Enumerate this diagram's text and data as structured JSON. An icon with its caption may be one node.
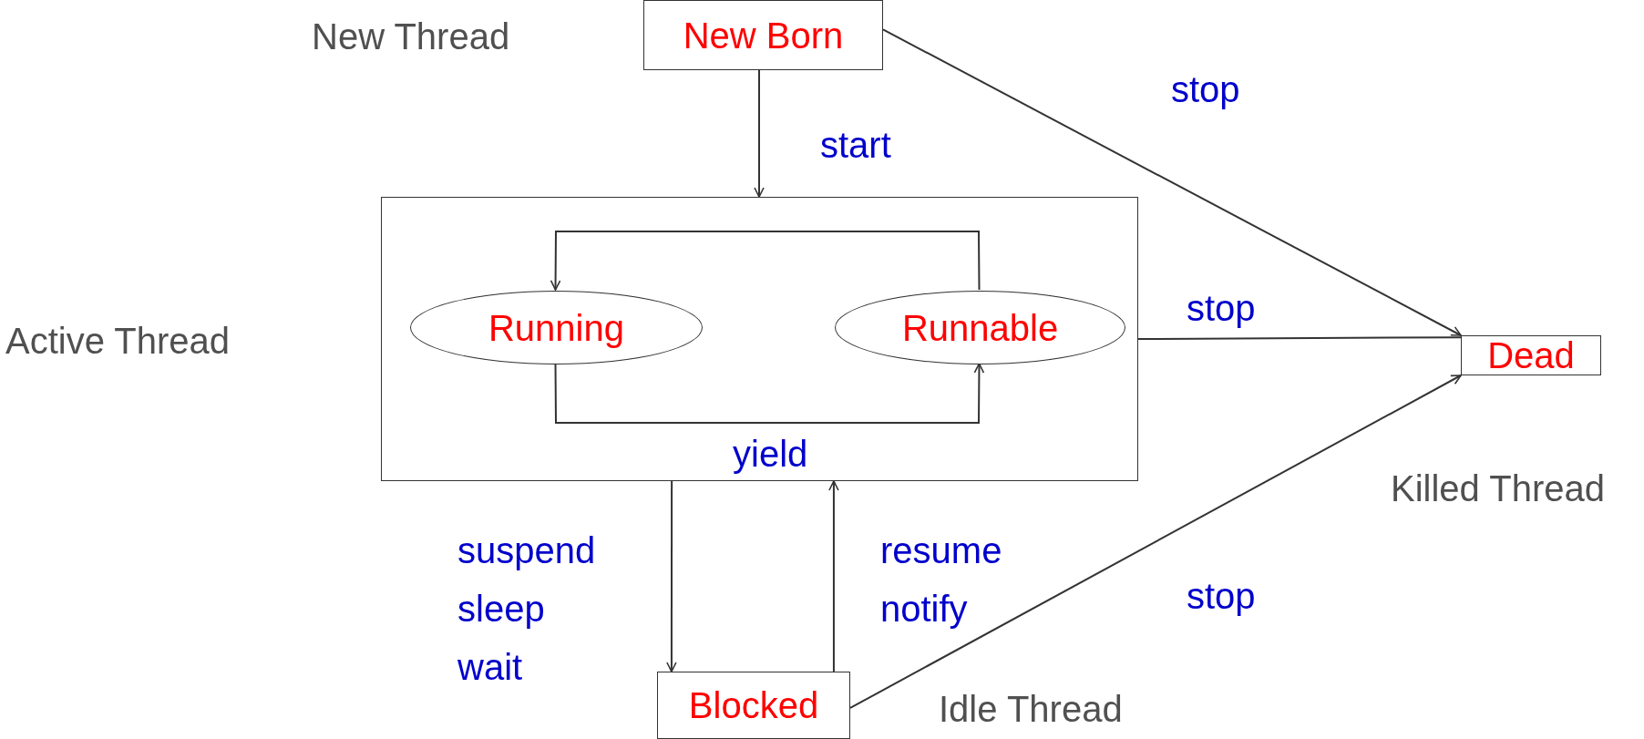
{
  "diagram": {
    "nodes": [
      {
        "text": [
          "New Born"
        ],
        "beside": [
          "New Thread"
        ]
      },
      {
        "text": [],
        "shape": "box"
      },
      {
        "text": [
          "Running"
        ],
        "in": 1
      },
      {
        "text": [
          "Runnable"
        ],
        "in": 1
      },
      {
        "text": [
          "Dead"
        ],
        "beside": [
          "Killed Thread"
        ]
      },
      {
        "text": [
          "Blocked"
        ],
        "beside": [
          "Idle Thread"
        ]
      }
    ],
    "edges": [
      {
        "from": 0,
        "to": 1,
        "arrow": "to",
        "label": "start"
      },
      {
        "from": 0,
        "to": 4,
        "arrow": "to",
        "label": "stop"
      },
      {
        "from": 1,
        "to": 4,
        "arrow": "none",
        "label": "stop"
      },
      {
        "from": 3,
        "to": 2,
        "arrow": "to"
      },
      {
        "from": 2,
        "to": 3,
        "arrow": "to",
        "label": "yield"
      },
      {
        "from": 1,
        "to": 5,
        "arrow": "to",
        "label": "suspend sleep wait"
      },
      {
        "from": 5,
        "to": 1,
        "arrow": "to",
        "label": "resume notify"
      },
      {
        "from": 5,
        "to": 4,
        "arrow": "to",
        "label": "stop"
      }
    ],
    "labels": [
      "Active Thread"
    ]
  }
}
